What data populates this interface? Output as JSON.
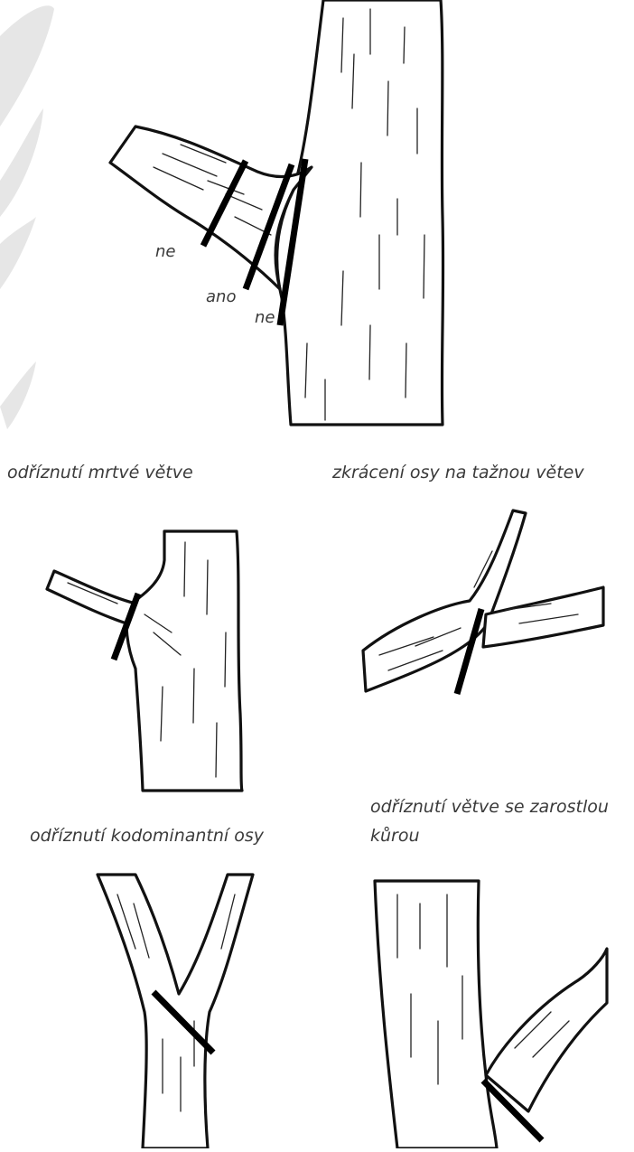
{
  "main_figure": {
    "labels": {
      "left_no": "ne",
      "yes": "ano",
      "right_no": "ne"
    }
  },
  "captions": {
    "dead_branch": "odříznutí mrtvé větve",
    "leader_shorten": "zkrácení osy na tažnou větev",
    "codominant": "odříznutí kodominantní osy",
    "included_bark_line1": "odříznutí větve se zarostlou",
    "included_bark_line2": "kůrou"
  }
}
